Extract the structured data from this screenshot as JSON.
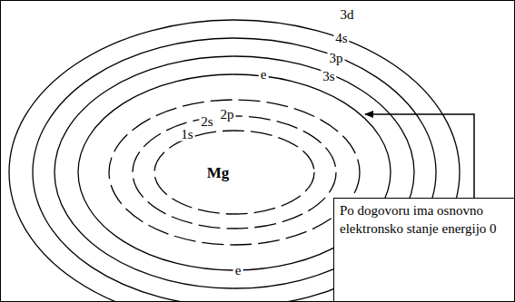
{
  "diagram": {
    "nodes": [
      {
        "text": [
          "Po dogovoru ima osnovno elektronsko stanje energijo 0"
        ]
      }
    ],
    "labels": [
      "Mg",
      "1s",
      "2s",
      "2p",
      "3s",
      "3p",
      "4s",
      "3d",
      "e",
      "e"
    ]
  }
}
